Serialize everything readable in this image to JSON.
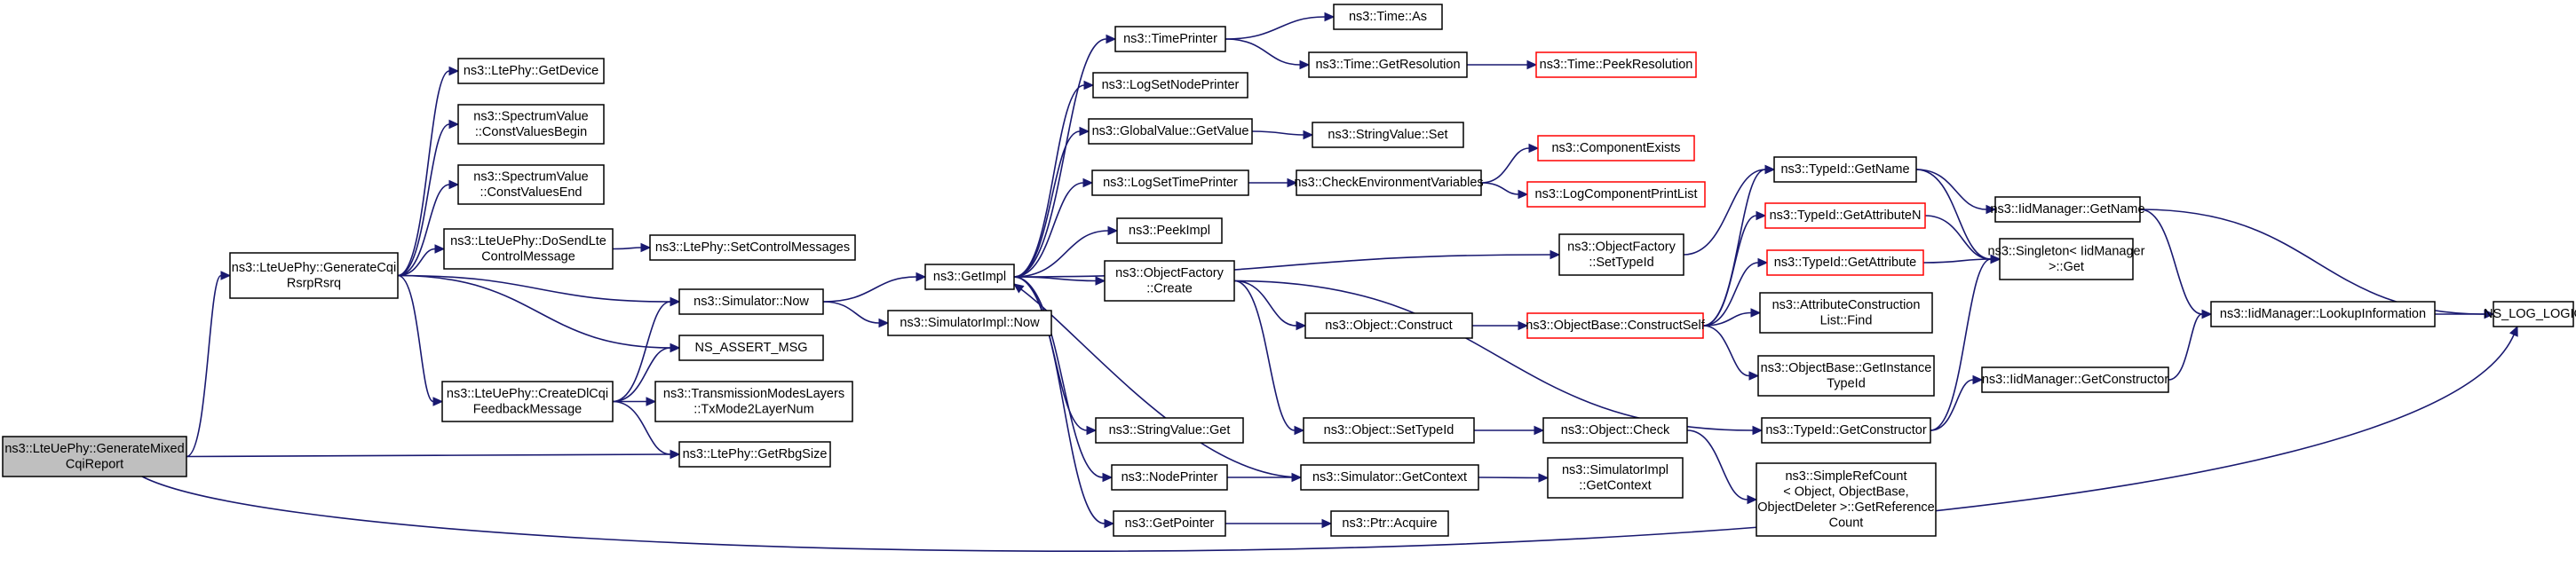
{
  "graph": {
    "nodes": [
      {
        "id": "root",
        "lines": [
          "ns3::LteUePhy::GenerateMixed",
          "CqiReport"
        ],
        "border": "black",
        "fill": "#bfbfbf",
        "interactable": false
      },
      {
        "id": "genCqi",
        "lines": [
          "ns3::LteUePhy::GenerateCqi",
          "RsrpRsrq"
        ],
        "border": "black",
        "interactable": true
      },
      {
        "id": "getRbg",
        "lines": [
          "ns3::LtePhy::GetRbgSize"
        ],
        "border": "black",
        "interactable": true
      },
      {
        "id": "logic",
        "lines": [
          "NS_LOG_LOGIC"
        ],
        "border": "black",
        "interactable": true
      },
      {
        "id": "getDevice",
        "lines": [
          "ns3::LtePhy::GetDevice"
        ],
        "border": "black",
        "interactable": true
      },
      {
        "id": "cvBegin",
        "lines": [
          "ns3::SpectrumValue",
          "::ConstValuesBegin"
        ],
        "border": "black",
        "interactable": true
      },
      {
        "id": "cvEnd",
        "lines": [
          "ns3::SpectrumValue",
          "::ConstValuesEnd"
        ],
        "border": "black",
        "interactable": true
      },
      {
        "id": "doSend",
        "lines": [
          "ns3::LteUePhy::DoSendLte",
          "ControlMessage"
        ],
        "border": "black",
        "interactable": true
      },
      {
        "id": "simNow",
        "lines": [
          "ns3::Simulator::Now"
        ],
        "border": "black",
        "interactable": true
      },
      {
        "id": "assert",
        "lines": [
          "NS_ASSERT_MSG"
        ],
        "border": "black",
        "interactable": true
      },
      {
        "id": "createDl",
        "lines": [
          "ns3::LteUePhy::CreateDlCqi",
          "FeedbackMessage"
        ],
        "border": "black",
        "interactable": true
      },
      {
        "id": "setCtrl",
        "lines": [
          "ns3::LtePhy::SetControlMessages"
        ],
        "border": "black",
        "interactable": true
      },
      {
        "id": "txMode",
        "lines": [
          "ns3::TransmissionModesLayers",
          "::TxMode2LayerNum"
        ],
        "border": "black",
        "interactable": true
      },
      {
        "id": "getImpl",
        "lines": [
          "ns3::GetImpl"
        ],
        "border": "black",
        "interactable": true
      },
      {
        "id": "simImplNow",
        "lines": [
          "ns3::SimulatorImpl::Now"
        ],
        "border": "black",
        "interactable": true
      },
      {
        "id": "timePrinter",
        "lines": [
          "ns3::TimePrinter"
        ],
        "border": "black",
        "interactable": true
      },
      {
        "id": "logSetNode",
        "lines": [
          "ns3::LogSetNodePrinter"
        ],
        "border": "black",
        "interactable": true
      },
      {
        "id": "gvGet",
        "lines": [
          "ns3::GlobalValue::GetValue"
        ],
        "border": "black",
        "interactable": true
      },
      {
        "id": "logSetTime",
        "lines": [
          "ns3::LogSetTimePrinter"
        ],
        "border": "black",
        "interactable": true
      },
      {
        "id": "peekImpl",
        "lines": [
          "ns3::PeekImpl"
        ],
        "border": "black",
        "interactable": true
      },
      {
        "id": "ofCreate",
        "lines": [
          "ns3::ObjectFactory",
          "::Create"
        ],
        "border": "black",
        "interactable": true
      },
      {
        "id": "svGet",
        "lines": [
          "ns3::StringValue::Get"
        ],
        "border": "black",
        "interactable": true
      },
      {
        "id": "nodePrinter",
        "lines": [
          "ns3::NodePrinter"
        ],
        "border": "black",
        "interactable": true
      },
      {
        "id": "getPointer",
        "lines": [
          "ns3::GetPointer"
        ],
        "border": "black",
        "interactable": true
      },
      {
        "id": "timeAs",
        "lines": [
          "ns3::Time::As"
        ],
        "border": "black",
        "interactable": true
      },
      {
        "id": "timeGetRes",
        "lines": [
          "ns3::Time::GetResolution"
        ],
        "border": "black",
        "interactable": true
      },
      {
        "id": "svSet",
        "lines": [
          "ns3::StringValue::Set"
        ],
        "border": "black",
        "interactable": true
      },
      {
        "id": "checkEnv",
        "lines": [
          "ns3::CheckEnvironmentVariables"
        ],
        "border": "black",
        "interactable": true
      },
      {
        "id": "objConstruct",
        "lines": [
          "ns3::Object::Construct"
        ],
        "border": "black",
        "interactable": true
      },
      {
        "id": "objSetTypeId",
        "lines": [
          "ns3::Object::SetTypeId"
        ],
        "border": "black",
        "interactable": true
      },
      {
        "id": "simGetCtx",
        "lines": [
          "ns3::Simulator::GetContext"
        ],
        "border": "black",
        "interactable": true
      },
      {
        "id": "ptrAcquire",
        "lines": [
          "ns3::Ptr::Acquire"
        ],
        "border": "black",
        "interactable": true
      },
      {
        "id": "timePeekRes",
        "lines": [
          "ns3::Time::PeekResolution"
        ],
        "border": "red",
        "interactable": true
      },
      {
        "id": "compExists",
        "lines": [
          "ns3::ComponentExists"
        ],
        "border": "red",
        "interactable": true
      },
      {
        "id": "logCompPrint",
        "lines": [
          "ns3::LogComponentPrintList"
        ],
        "border": "red",
        "interactable": true
      },
      {
        "id": "ofSetTypeId",
        "lines": [
          "ns3::ObjectFactory",
          "::SetTypeId"
        ],
        "border": "black",
        "interactable": true
      },
      {
        "id": "obConstructSelf",
        "lines": [
          "ns3::ObjectBase::ConstructSelf"
        ],
        "border": "red",
        "interactable": true
      },
      {
        "id": "objCheck",
        "lines": [
          "ns3::Object::Check"
        ],
        "border": "black",
        "interactable": true
      },
      {
        "id": "simImplGetCtx",
        "lines": [
          "ns3::SimulatorImpl",
          "::GetContext"
        ],
        "border": "black",
        "interactable": true
      },
      {
        "id": "typeIdGetName",
        "lines": [
          "ns3::TypeId::GetName"
        ],
        "border": "black",
        "interactable": true
      },
      {
        "id": "typeIdGetAttrN",
        "lines": [
          "ns3::TypeId::GetAttributeN"
        ],
        "border": "red",
        "interactable": true
      },
      {
        "id": "typeIdGetAttr",
        "lines": [
          "ns3::TypeId::GetAttribute"
        ],
        "border": "red",
        "interactable": true
      },
      {
        "id": "attrConstList",
        "lines": [
          "ns3::AttributeConstruction",
          "List::Find"
        ],
        "border": "black",
        "interactable": true
      },
      {
        "id": "obGetInstance",
        "lines": [
          "ns3::ObjectBase::GetInstance",
          "TypeId"
        ],
        "border": "black",
        "interactable": true
      },
      {
        "id": "typeIdGetCtor",
        "lines": [
          "ns3::TypeId::GetConstructor"
        ],
        "border": "black",
        "interactable": true
      },
      {
        "id": "simpleRef",
        "lines": [
          "ns3::SimpleRefCount",
          "< Object, ObjectBase,",
          "ObjectDeleter >::GetReference",
          "Count"
        ],
        "border": "black",
        "interactable": true
      },
      {
        "id": "iidGetName",
        "lines": [
          "ns3::IidManager::GetName"
        ],
        "border": "black",
        "interactable": true
      },
      {
        "id": "singletonGet",
        "lines": [
          "ns3::Singleton< IidManager",
          ">::Get"
        ],
        "border": "black",
        "interactable": true
      },
      {
        "id": "iidLookup",
        "lines": [
          "ns3::IidManager::LookupInformation"
        ],
        "border": "black",
        "interactable": true
      },
      {
        "id": "iidGetCtor",
        "lines": [
          "ns3::IidManager::GetConstructor"
        ],
        "border": "black",
        "interactable": true
      }
    ],
    "edges": [
      [
        "root",
        "genCqi"
      ],
      [
        "root",
        "getRbg"
      ],
      [
        "root",
        "logic"
      ],
      [
        "genCqi",
        "getDevice"
      ],
      [
        "genCqi",
        "cvBegin"
      ],
      [
        "genCqi",
        "cvEnd"
      ],
      [
        "genCqi",
        "doSend"
      ],
      [
        "genCqi",
        "simNow"
      ],
      [
        "genCqi",
        "assert"
      ],
      [
        "genCqi",
        "createDl"
      ],
      [
        "doSend",
        "setCtrl"
      ],
      [
        "createDl",
        "simNow"
      ],
      [
        "createDl",
        "assert"
      ],
      [
        "createDl",
        "txMode"
      ],
      [
        "createDl",
        "getRbg"
      ],
      [
        "simNow",
        "getImpl"
      ],
      [
        "simNow",
        "simImplNow"
      ],
      [
        "getImpl",
        "timePrinter"
      ],
      [
        "getImpl",
        "logSetNode"
      ],
      [
        "getImpl",
        "gvGet"
      ],
      [
        "getImpl",
        "logSetTime"
      ],
      [
        "getImpl",
        "peekImpl"
      ],
      [
        "getImpl",
        "ofSetTypeId"
      ],
      [
        "getImpl",
        "ofCreate"
      ],
      [
        "getImpl",
        "svGet"
      ],
      [
        "getImpl",
        "nodePrinter"
      ],
      [
        "getImpl",
        "getPointer"
      ],
      [
        "timePrinter",
        "timeAs"
      ],
      [
        "timePrinter",
        "timeGetRes"
      ],
      [
        "timeGetRes",
        "timePeekRes"
      ],
      [
        "gvGet",
        "svSet"
      ],
      [
        "logSetTime",
        "checkEnv"
      ],
      [
        "checkEnv",
        "compExists"
      ],
      [
        "checkEnv",
        "logCompPrint"
      ],
      [
        "ofCreate",
        "objConstruct"
      ],
      [
        "ofCreate",
        "objSetTypeId"
      ],
      [
        "ofCreate",
        "typeIdGetCtor"
      ],
      [
        "objConstruct",
        "obConstructSelf"
      ],
      [
        "objSetTypeId",
        "objCheck"
      ],
      [
        "objCheck",
        "simpleRef"
      ],
      [
        "nodePrinter",
        "simGetCtx"
      ],
      [
        "simGetCtx",
        "getImpl"
      ],
      [
        "simGetCtx",
        "simImplGetCtx"
      ],
      [
        "getPointer",
        "ptrAcquire"
      ],
      [
        "ofSetTypeId",
        "typeIdGetName"
      ],
      [
        "obConstructSelf",
        "typeIdGetName"
      ],
      [
        "obConstructSelf",
        "typeIdGetAttrN"
      ],
      [
        "obConstructSelf",
        "typeIdGetAttr"
      ],
      [
        "obConstructSelf",
        "attrConstList"
      ],
      [
        "obConstructSelf",
        "obGetInstance"
      ],
      [
        "typeIdGetName",
        "iidGetName"
      ],
      [
        "typeIdGetName",
        "singletonGet"
      ],
      [
        "typeIdGetAttrN",
        "singletonGet"
      ],
      [
        "typeIdGetAttr",
        "singletonGet"
      ],
      [
        "typeIdGetCtor",
        "singletonGet"
      ],
      [
        "typeIdGetCtor",
        "iidGetCtor"
      ],
      [
        "iidGetName",
        "iidLookup"
      ],
      [
        "iidGetName",
        "logic"
      ],
      [
        "iidGetCtor",
        "iidLookup"
      ],
      [
        "iidLookup",
        "logic"
      ]
    ]
  }
}
